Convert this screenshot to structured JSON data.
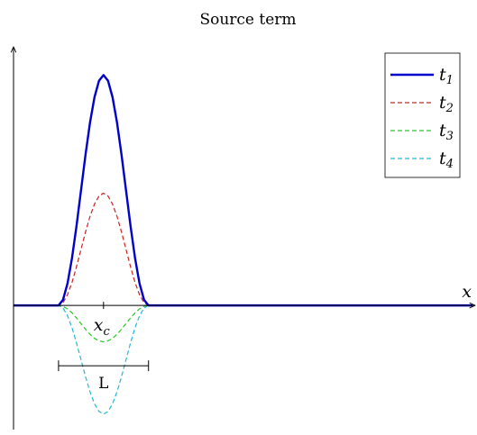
{
  "chart_data": {
    "type": "line",
    "title": "Source term",
    "xlabel": "x",
    "ylabel": "",
    "xlim": [
      0,
      5.1
    ],
    "ylim": [
      -1.0,
      2.3
    ],
    "center": {
      "label": "x",
      "subscript": "c",
      "value": 1.0
    },
    "width_annotation": {
      "label": "L",
      "from": 0.5,
      "to": 1.5
    },
    "grid": false,
    "legend": "top-right",
    "series": [
      {
        "name": "t",
        "subscript": "1",
        "color": "#0000cc",
        "dash": "solid",
        "x": [
          0,
          0.5,
          0.55,
          0.6,
          0.65,
          0.7,
          0.75,
          0.8,
          0.85,
          0.9,
          0.95,
          1.0,
          1.05,
          1.1,
          1.15,
          1.2,
          1.25,
          1.3,
          1.35,
          1.4,
          1.45,
          1.5,
          5.1
        ],
        "y": [
          0,
          0,
          0.049,
          0.191,
          0.412,
          0.691,
          1.0,
          1.309,
          1.588,
          1.809,
          1.951,
          2.0,
          1.951,
          1.809,
          1.588,
          1.309,
          1.0,
          0.691,
          0.412,
          0.191,
          0.049,
          0,
          0
        ]
      },
      {
        "name": "t",
        "subscript": "2",
        "color": "#cc2222",
        "dash": "dashed",
        "x": [
          0,
          0.5,
          0.55,
          0.6,
          0.65,
          0.7,
          0.75,
          0.8,
          0.85,
          0.9,
          0.95,
          1.0,
          1.05,
          1.1,
          1.15,
          1.2,
          1.25,
          1.3,
          1.35,
          1.4,
          1.45,
          1.5,
          5.1
        ],
        "y": [
          0,
          0,
          0.024,
          0.093,
          0.2,
          0.336,
          0.487,
          0.637,
          0.773,
          0.88,
          0.95,
          0.974,
          0.95,
          0.88,
          0.773,
          0.637,
          0.487,
          0.336,
          0.2,
          0.093,
          0.024,
          0,
          0
        ]
      },
      {
        "name": "t",
        "subscript": "3",
        "color": "#22cc22",
        "dash": "dashed",
        "x": [
          0,
          0.5,
          0.55,
          0.6,
          0.65,
          0.7,
          0.75,
          0.8,
          0.85,
          0.9,
          0.95,
          1.0,
          1.05,
          1.1,
          1.15,
          1.2,
          1.25,
          1.3,
          1.35,
          1.4,
          1.45,
          1.5,
          5.1
        ],
        "y": [
          0,
          0,
          -0.008,
          -0.03,
          -0.065,
          -0.109,
          -0.158,
          -0.207,
          -0.251,
          -0.286,
          -0.308,
          -0.316,
          -0.308,
          -0.286,
          -0.251,
          -0.207,
          -0.158,
          -0.109,
          -0.065,
          -0.03,
          -0.008,
          0,
          0
        ]
      },
      {
        "name": "t",
        "subscript": "4",
        "color": "#22b8d8",
        "dash": "dashed",
        "x": [
          0,
          0.5,
          0.55,
          0.6,
          0.65,
          0.7,
          0.75,
          0.8,
          0.85,
          0.9,
          0.95,
          1.0,
          1.05,
          1.1,
          1.15,
          1.2,
          1.25,
          1.3,
          1.35,
          1.4,
          1.45,
          1.5,
          5.1
        ],
        "y": [
          0,
          0,
          -0.023,
          -0.09,
          -0.194,
          -0.326,
          -0.472,
          -0.618,
          -0.75,
          -0.854,
          -0.921,
          -0.944,
          -0.921,
          -0.854,
          -0.75,
          -0.618,
          -0.472,
          -0.326,
          -0.194,
          -0.09,
          -0.023,
          0,
          0
        ]
      }
    ]
  }
}
